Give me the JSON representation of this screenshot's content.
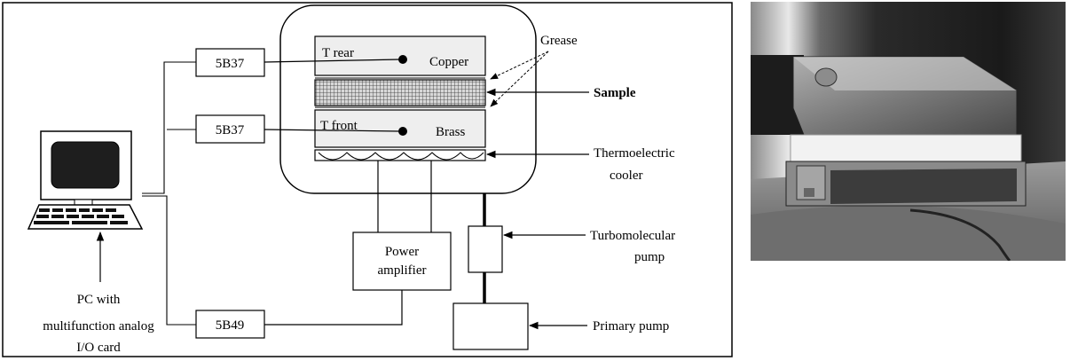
{
  "diagram": {
    "modules": {
      "top": "5B37",
      "middle": "5B37",
      "bottom": "5B49"
    },
    "pc_label": [
      "PC with",
      "multifunction analog",
      "I/O card"
    ],
    "layers": {
      "copper": {
        "sensor": "T rear",
        "material": "Copper"
      },
      "brass": {
        "sensor": "T front",
        "material": "Brass"
      }
    },
    "annotations": {
      "grease": "Grease",
      "sample": "Sample",
      "thermoelectric": [
        "Thermoelectric",
        "cooler"
      ],
      "turbo": [
        "Turbomolecular",
        "pump"
      ],
      "primary": "Primary pump"
    },
    "power_amplifier": [
      "Power",
      "amplifier"
    ]
  }
}
